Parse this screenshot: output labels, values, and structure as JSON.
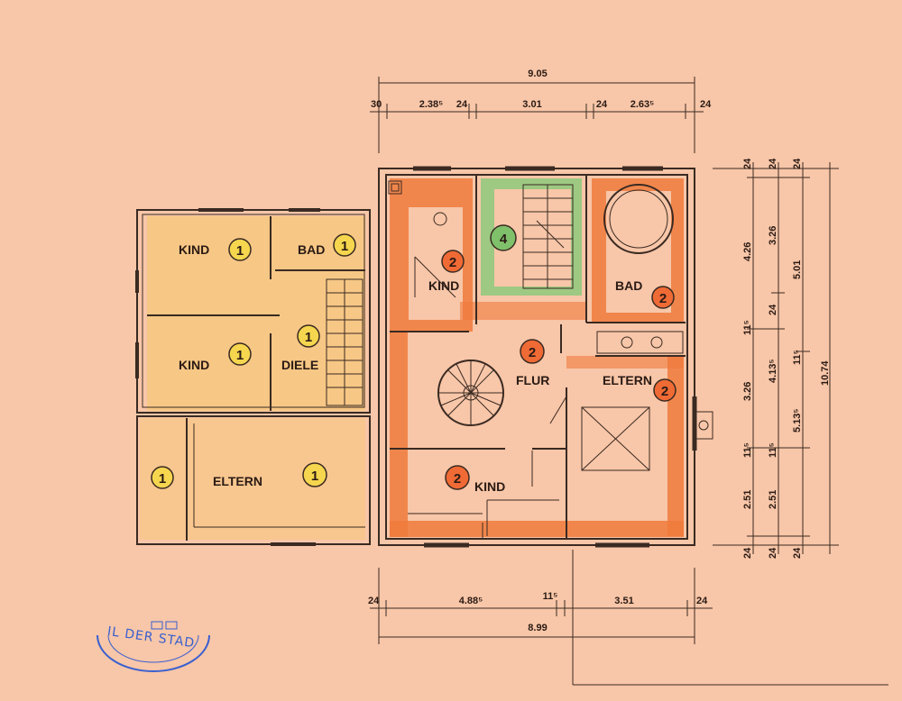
{
  "colors": {
    "paper": "#f8c6a8",
    "level1_fill": "#f7c77a",
    "level2_fill": "#f07a3c",
    "level4_fill": "#93c97e",
    "badge1": "#f5d64e",
    "badge2": "#ef6a35",
    "badge4": "#7fc06b",
    "ink": "#2a1a14",
    "stamp": "#3a5fd0"
  },
  "left_plan": {
    "rooms": [
      {
        "label": "KIND",
        "badge": "1"
      },
      {
        "label": "BAD",
        "badge": "1"
      },
      {
        "label": "KIND",
        "badge": "1"
      },
      {
        "label": "DIELE",
        "badge": "1"
      },
      {
        "label": "ELTERN",
        "badge": "1"
      },
      {
        "label": "",
        "badge": "1"
      }
    ]
  },
  "right_plan": {
    "rooms": [
      {
        "label": "KIND",
        "badge": "2"
      },
      {
        "label": "",
        "badge": "4"
      },
      {
        "label": "BAD",
        "badge": "2"
      },
      {
        "label": "FLUR",
        "badge": "2"
      },
      {
        "label": "ELTERN",
        "badge": "2"
      },
      {
        "label": "KIND",
        "badge": "2"
      }
    ]
  },
  "dimensions": {
    "top_total": "9.05",
    "top_segments": [
      "30",
      "2.38⁵",
      "24",
      "3.01",
      "24",
      "2.63⁵",
      "24"
    ],
    "bottom_total": "8.99",
    "bottom_segments": [
      "24",
      "4.88⁵",
      "11⁵",
      "3.51",
      "24"
    ],
    "right_total": "10.74",
    "right_col1": [
      "24",
      "4.26",
      "11⁵",
      "3.26",
      "11⁵",
      "2.51",
      "24"
    ],
    "right_col2": [
      "24",
      "3.26",
      "24",
      "4.13⁵",
      "11⁵",
      "2.51",
      "24"
    ],
    "right_col3": [
      "24",
      "5.01",
      "11⁵",
      "5.13⁵",
      "24"
    ]
  },
  "stamp": {
    "text": "IL DER STAD"
  }
}
